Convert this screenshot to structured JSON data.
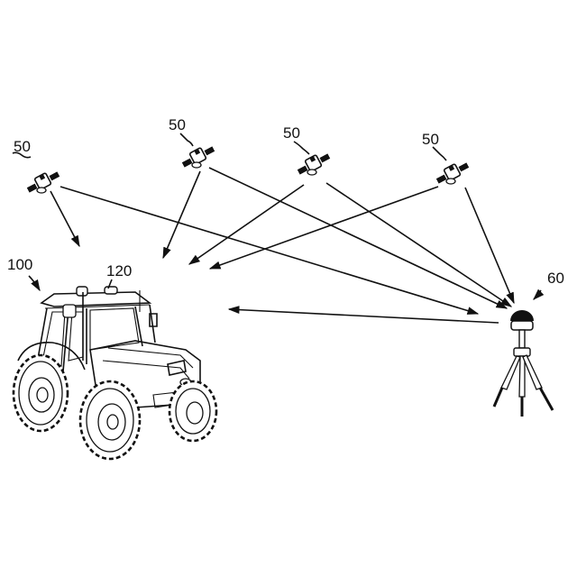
{
  "figure": {
    "satellites": [
      {
        "label": "50"
      },
      {
        "label": "50"
      },
      {
        "label": "50"
      },
      {
        "label": "50"
      }
    ],
    "tractor_label": "100",
    "receiver_label": "120",
    "base_station_label": "60"
  }
}
